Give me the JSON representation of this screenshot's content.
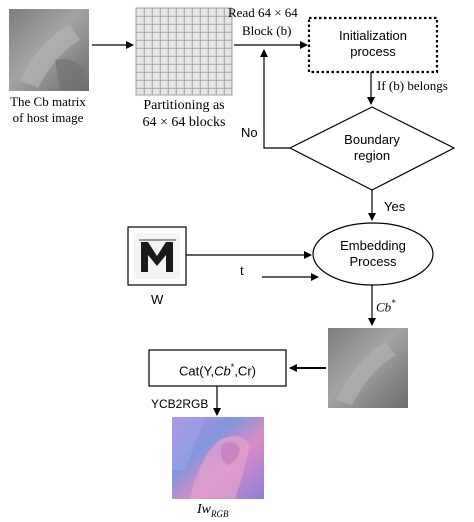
{
  "nodes": {
    "cb_matrix_label": [
      "The Cb matrix",
      "of host image"
    ],
    "partition_label": [
      "Partitioning as",
      "64 × 64 blocks"
    ],
    "read_label": [
      "Read 64 × 64",
      "Block (b)"
    ],
    "init_label": [
      "Initialization",
      "process"
    ],
    "if_belongs": "If (b) belongs",
    "boundary_label": [
      "Boundary",
      "region"
    ],
    "no_label": "No",
    "yes_label": "Yes",
    "embedding_label": [
      "Embedding",
      "Process"
    ],
    "t_label": "t",
    "w_label": "W",
    "cb_star": "Cb",
    "cb_star_sup": "*",
    "cat_prefix": "Cat(Y,",
    "cat_cb": "Cb",
    "cat_sup": "*",
    "cat_suffix": ",Cr)",
    "ycb2rgb": "YCB2RGB",
    "iw_main": "Iw",
    "iw_sub": "RGB"
  },
  "watermark_glyph": "M",
  "colors": {
    "line": "#000000",
    "host_gray": "#8c8c8c",
    "grid_bg": "#d8d8d8",
    "grid_line": "#9a9a9a",
    "lena_pink": "#c98bd6",
    "lena_blue": "#6f8fd8"
  }
}
